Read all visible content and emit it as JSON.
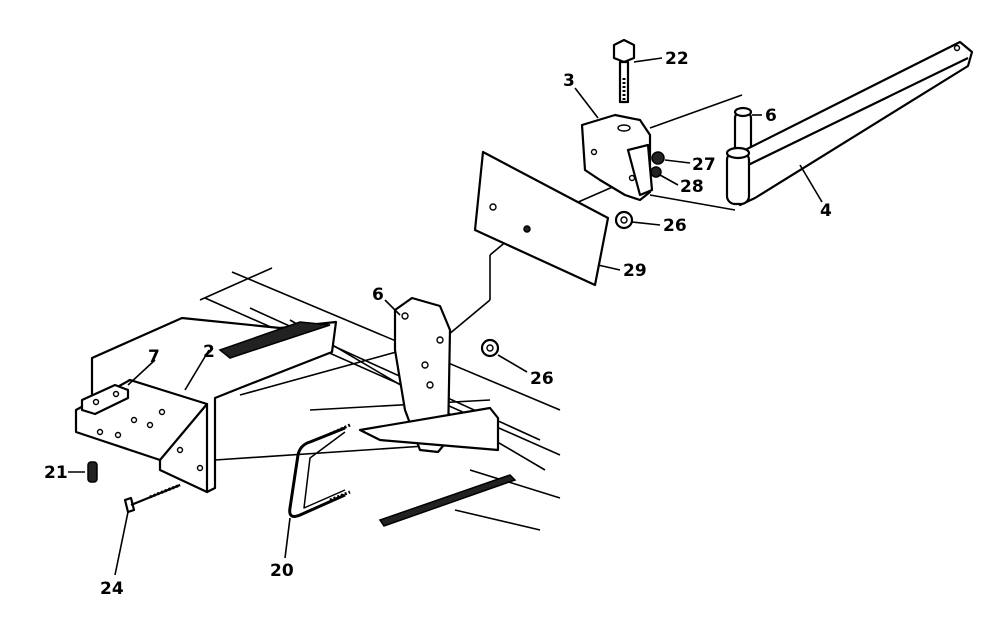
{
  "callouts": {
    "c22": "22",
    "c3": "3",
    "c6_top": "6",
    "c27": "27",
    "c28": "28",
    "c4": "4",
    "c26_top": "26",
    "c29": "29",
    "c6_mid": "6",
    "c26_mid": "26",
    "c7": "7",
    "c2": "2",
    "c21": "21",
    "c24": "24",
    "c20": "20"
  }
}
